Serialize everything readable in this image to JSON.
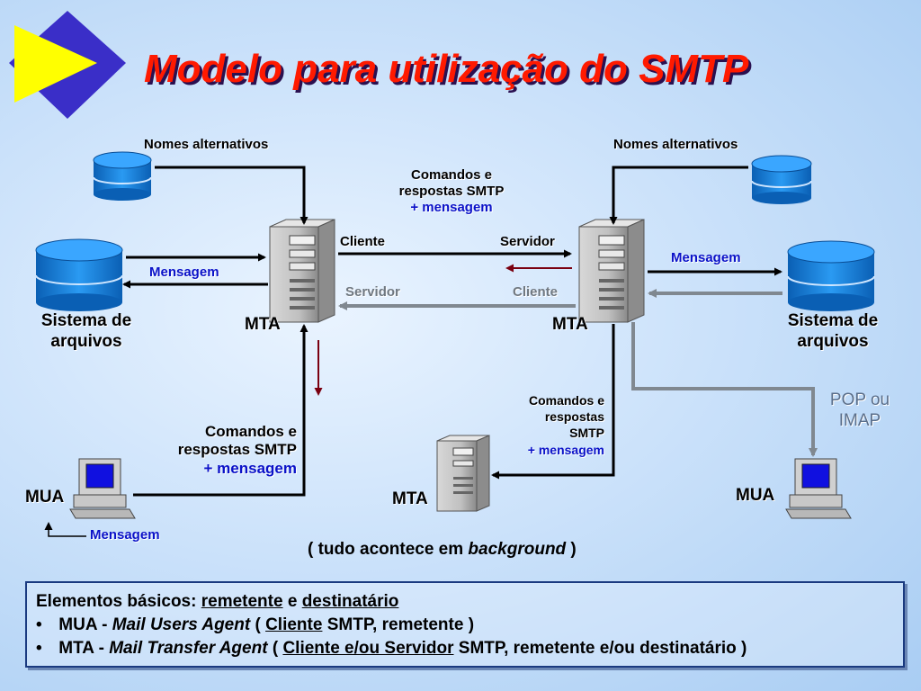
{
  "title": "Modelo para utilização do SMTP",
  "labels": {
    "nomes_left": "Nomes alternativos",
    "nomes_right": "Nomes alternativos",
    "cmd_top_1": "Comandos e",
    "cmd_top_2": "respostas SMTP",
    "cmd_top_3": "+ mensagem",
    "cliente_top": "Cliente",
    "servidor_top": "Servidor",
    "servidor_bottom": "Servidor",
    "cliente_bottom": "Cliente",
    "mensagem_left": "Mensagem",
    "mensagem_right": "Mensagem",
    "mensagem_mua": "Mensagem",
    "fs_left_1": "Sistema de",
    "fs_left_2": "arquivos",
    "fs_right_1": "Sistema de",
    "fs_right_2": "arquivos",
    "mta_left": "MTA",
    "mta_right": "MTA",
    "mta_bottom": "MTA",
    "mua_left": "MUA",
    "mua_right": "MUA",
    "cmd_left_1": "Comandos e",
    "cmd_left_2": "respostas SMTP",
    "cmd_left_3": "+ mensagem",
    "cmd_right_1": "Comandos e",
    "cmd_right_2": "respostas",
    "cmd_right_3": "SMTP",
    "cmd_right_4": "+ mensagem",
    "pop_1": "POP ou",
    "pop_2": "IMAP"
  },
  "note": {
    "prefix": "( tudo acontece em ",
    "italic": "background",
    "suffix": "  )"
  },
  "legend": {
    "heading": "Elementos básicos:",
    "remetente": "remetente",
    "e": "e",
    "destinatario": "destinatário",
    "bullet": "•",
    "mua_prefix": "MUA -",
    "mua_name": "Mail Users Agent",
    "mua_open": "(",
    "mua_cliente": "Cliente",
    "mua_rest": "SMTP, remetente )",
    "mta_prefix": "MTA -",
    "mta_name": "Mail Transfer Agent",
    "mta_open": "(",
    "mta_cliente": "Cliente e/ou Servidor",
    "mta_rest": "SMTP, remetente e/ou destinatário )"
  },
  "colors": {
    "title": "#ff1a00",
    "blue_text": "#0b12c8",
    "arrow_black": "#000000",
    "arrow_gray": "#808890",
    "arrow_red": "#7a0010",
    "db_blue": "#0c78d8"
  }
}
